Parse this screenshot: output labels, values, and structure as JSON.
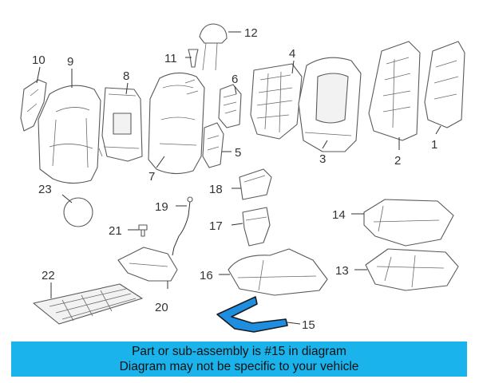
{
  "diagram": {
    "callouts": {
      "c1": "1",
      "c2": "2",
      "c3": "3",
      "c4": "4",
      "c5": "5",
      "c6": "6",
      "c7": "7",
      "c8": "8",
      "c9": "9",
      "c10": "10",
      "c11": "11",
      "c12": "12",
      "c13": "13",
      "c14": "14",
      "c15": "15",
      "c16": "16",
      "c17": "17",
      "c18": "18",
      "c19": "19",
      "c20": "20",
      "c21": "21",
      "c22": "22",
      "c23": "23"
    },
    "highlight_color": "#1e8ee0",
    "highlighted_part": "15"
  },
  "banner": {
    "line1": "Part or sub-assembly is #15 in diagram",
    "line2": "Diagram may not be specific to your vehicle",
    "background": "#1ab3ec"
  }
}
